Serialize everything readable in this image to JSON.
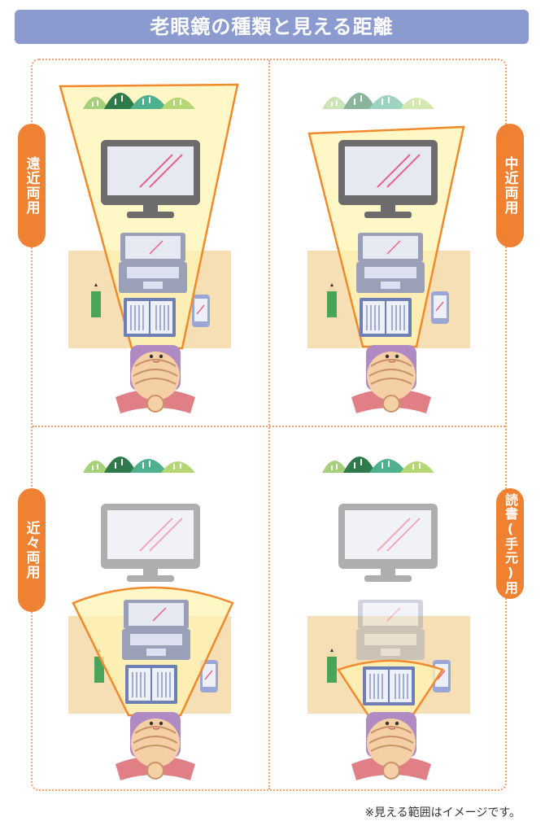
{
  "title": "老眼鏡の種類と見える距離",
  "panels": [
    {
      "label": "遠近両用"
    },
    {
      "label": "中近両用"
    },
    {
      "label": "近々両用"
    },
    {
      "label": "読書(手元)用"
    }
  ],
  "note": "※見える範囲はイメージです。",
  "colors": {
    "title_bg": "#8b9bcf",
    "tab_bg": "#ef8132",
    "range_fill": "#fff4b3",
    "range_stroke": "#f08a2c",
    "desk": "#f6dfb4",
    "hair": "#f5cfa6",
    "shirt": "#b08ac3"
  }
}
